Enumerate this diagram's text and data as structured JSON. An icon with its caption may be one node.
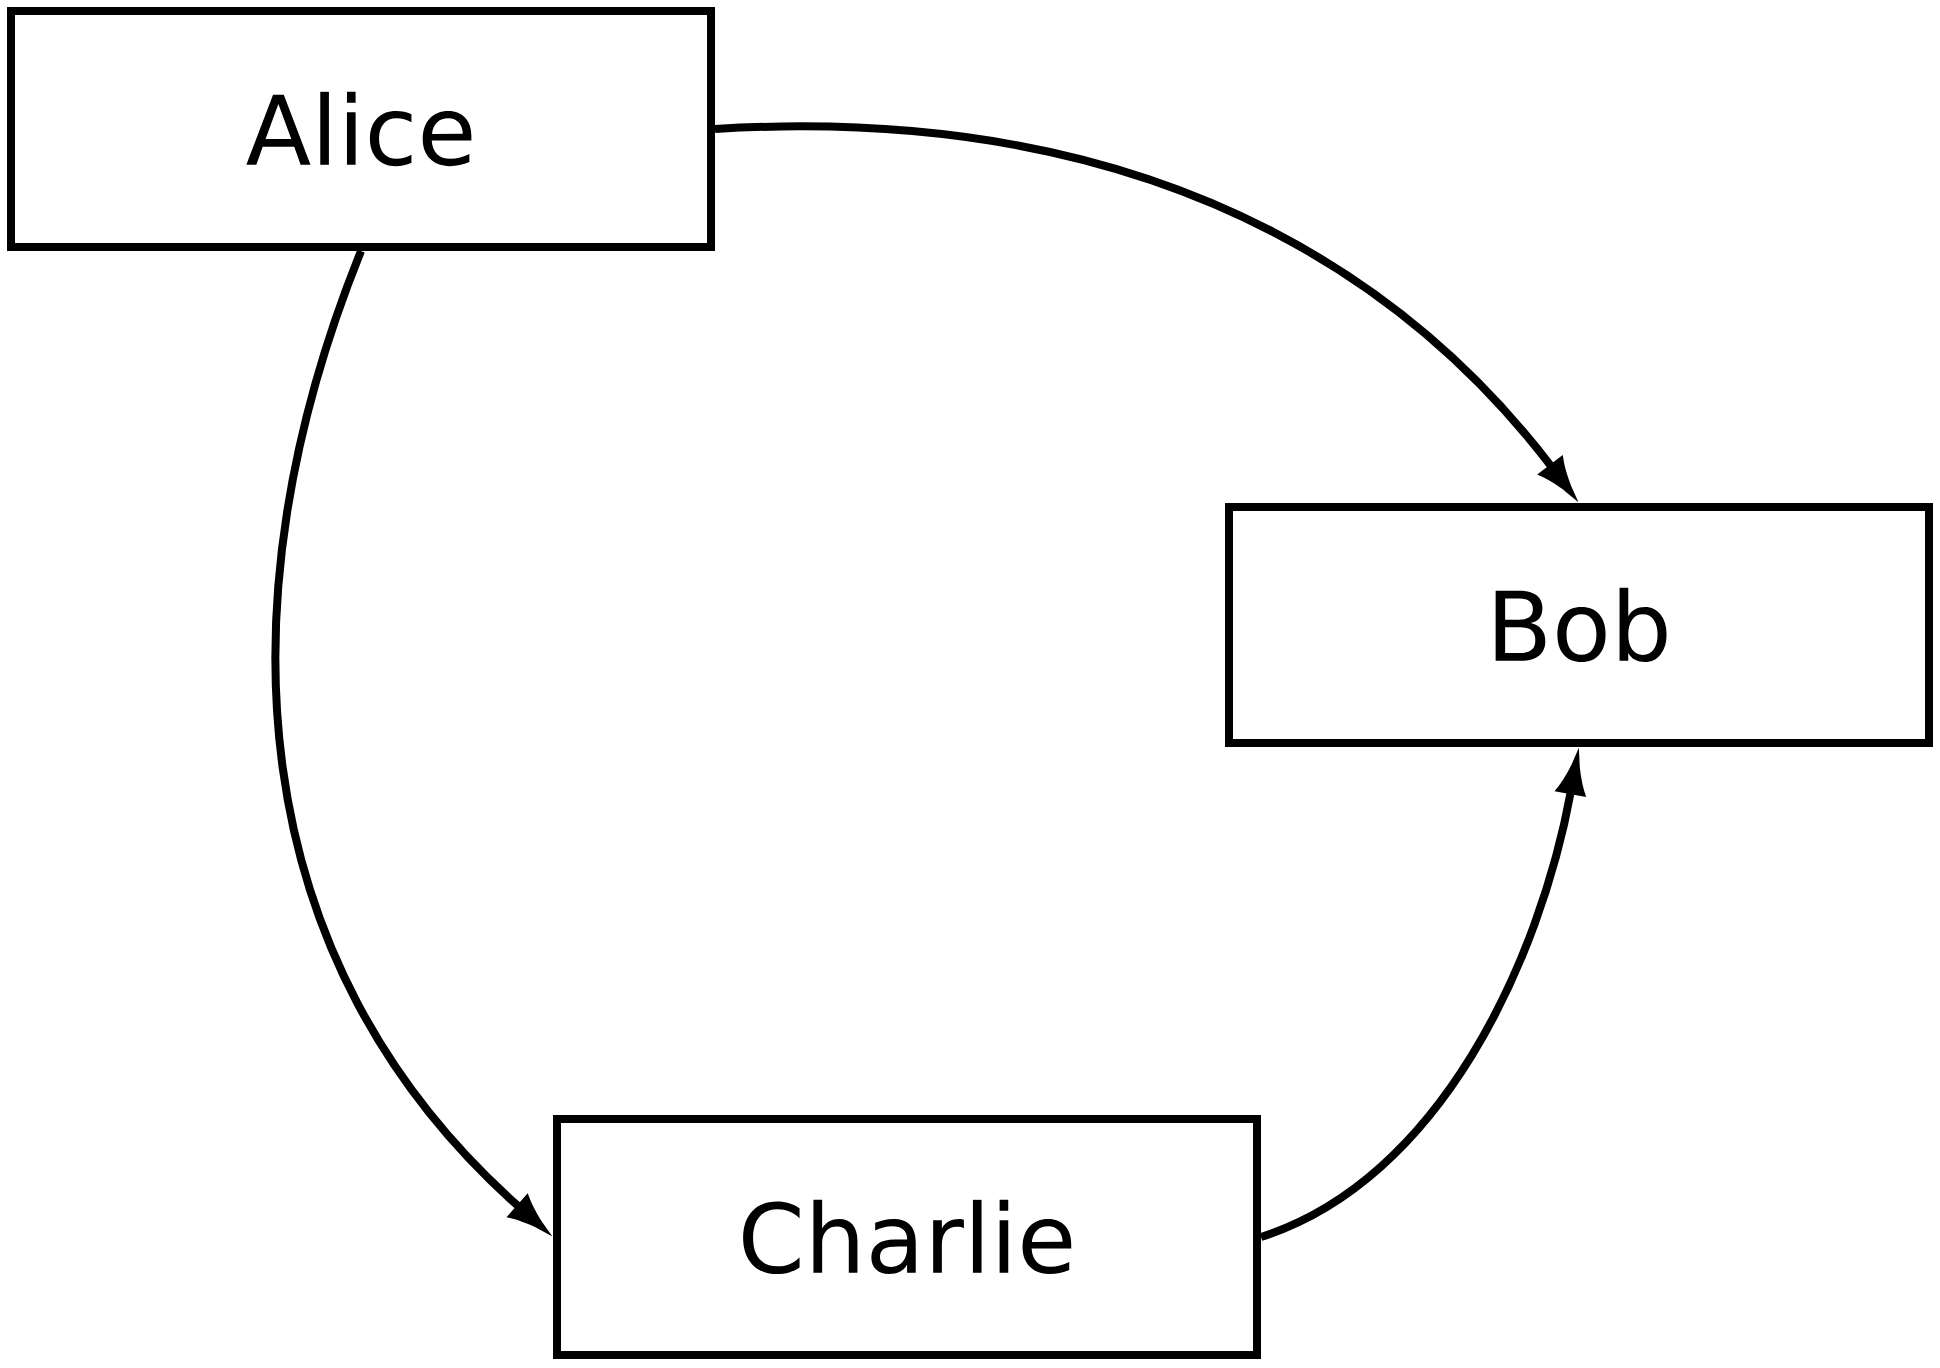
{
  "diagram": {
    "nodes": [
      {
        "text": [
          "Alice"
        ]
      },
      {
        "text": [
          "Bob"
        ]
      },
      {
        "text": [
          "Charlie"
        ]
      }
    ],
    "edges": [
      {
        "from": 0,
        "to": 1,
        "arrow": "to"
      },
      {
        "from": 0,
        "to": 2,
        "arrow": "to"
      },
      {
        "from": 2,
        "to": 1,
        "arrow": "to"
      }
    ]
  }
}
